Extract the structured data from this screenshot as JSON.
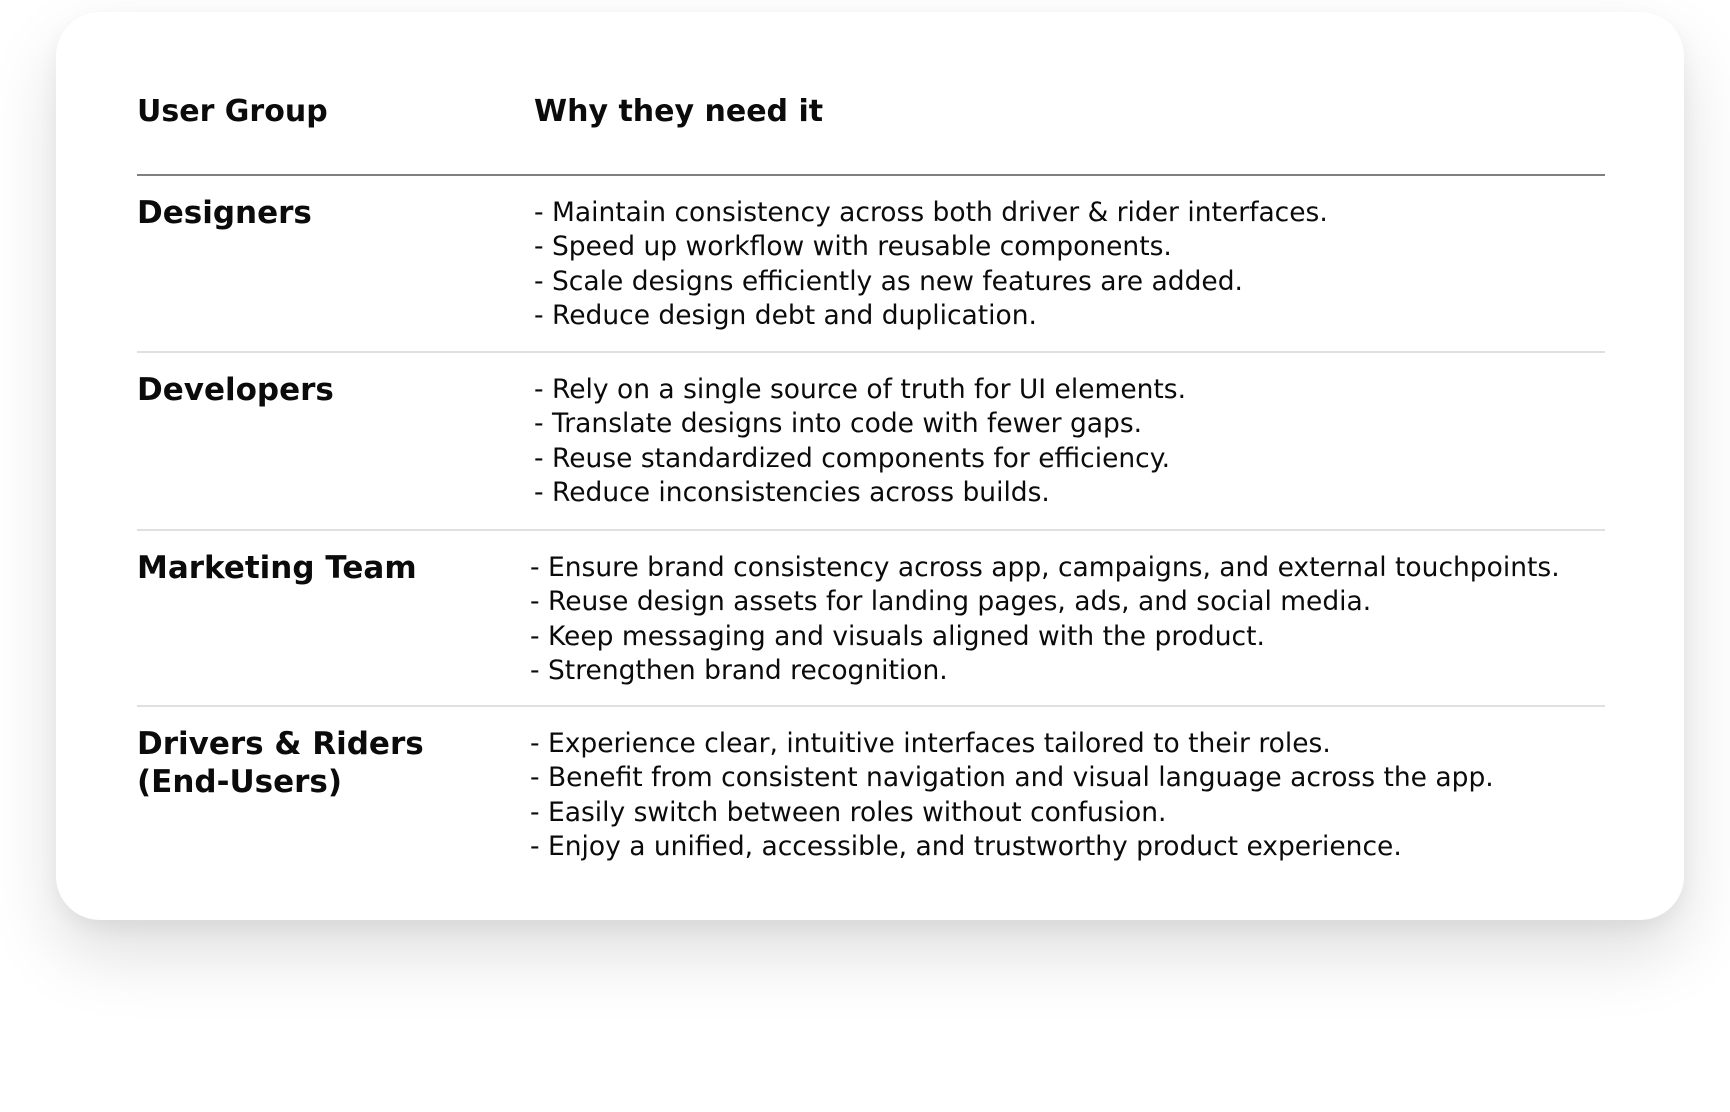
{
  "table": {
    "headers": {
      "group": "User Group",
      "why": "Why they need it"
    },
    "rows": [
      {
        "group": "Designers",
        "points": [
          "- Maintain consistency across both driver & rider interfaces.",
          "- Speed up workflow with reusable components.",
          "- Scale designs efficiently as new features are added.",
          "- Reduce design debt and duplication."
        ]
      },
      {
        "group": "Developers",
        "points": [
          "- Rely on a single source of truth for UI elements.",
          "- Translate designs into code with fewer gaps.",
          "- Reuse standardized components for efficiency.",
          "- Reduce inconsistencies across builds."
        ]
      },
      {
        "group": "Marketing Team",
        "points": [
          "- Ensure brand consistency across app, campaigns, and external touchpoints.",
          "- Reuse design assets for landing pages, ads, and social media.",
          "- Keep messaging and visuals aligned with the product.",
          "- Strengthen brand recognition."
        ]
      },
      {
        "group": "Drivers & Riders",
        "group_line2": "(End-Users)",
        "points": [
          "- Experience clear, intuitive interfaces tailored to their roles.",
          "- Benefit from consistent navigation and visual language across the app.",
          "- Easily switch between roles without confusion.",
          "- Enjoy a unified, accessible, and trustworthy product experience."
        ]
      }
    ]
  }
}
